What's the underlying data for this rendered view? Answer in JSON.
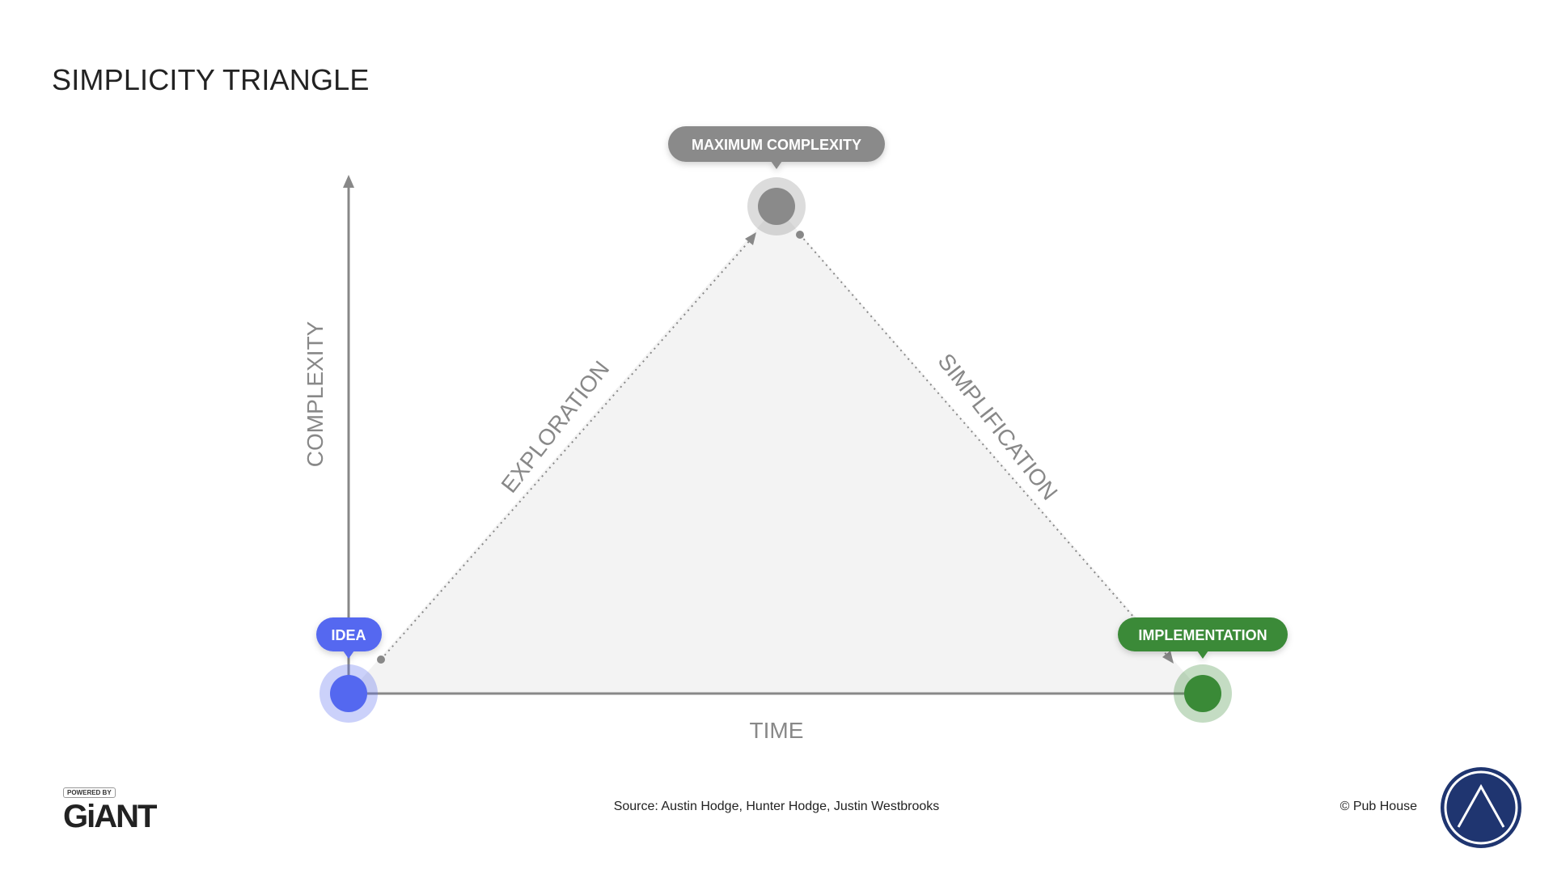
{
  "title": "SIMPLICITY TRIANGLE",
  "nodes": {
    "idea": {
      "label": "IDEA",
      "color": "#5468f0"
    },
    "maximum": {
      "label": "MAXIMUM COMPLEXITY",
      "color": "#8a8a8a"
    },
    "implementation": {
      "label": "IMPLEMENTATION",
      "color": "#3a8a37"
    }
  },
  "edges": {
    "exploration": "EXPLORATION",
    "simplification": "SIMPLIFICATION"
  },
  "axes": {
    "y": "COMPLEXITY",
    "x": "TIME"
  },
  "footer": {
    "source": "Source: Austin Hodge, Hunter Hodge, Justin Westbrooks",
    "copyright": "© Pub House",
    "powered_by": "POWERED BY",
    "powered_brand": "GiANT"
  }
}
